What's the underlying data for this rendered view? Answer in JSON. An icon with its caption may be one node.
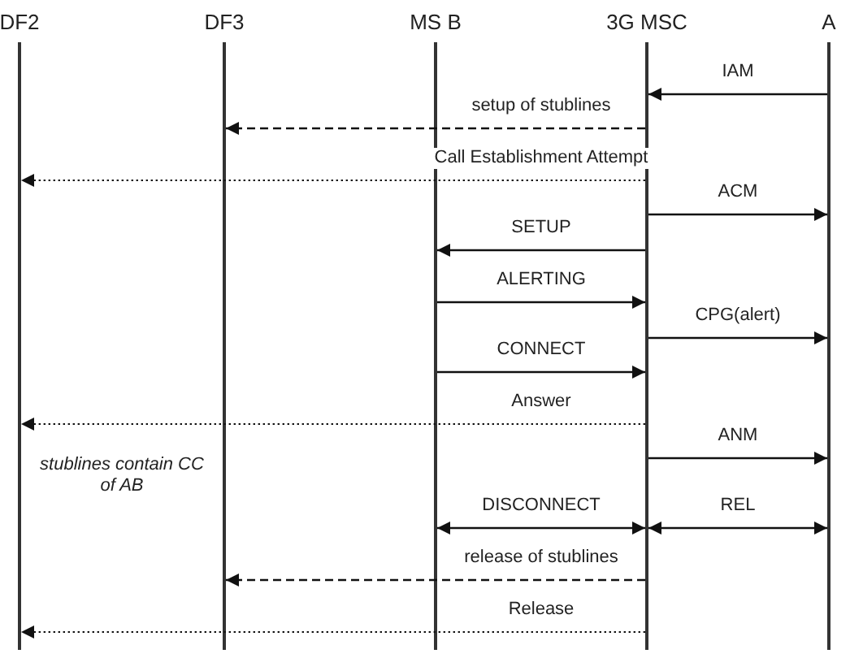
{
  "diagram": {
    "nodes": [
      {
        "text": [
          "DF2"
        ]
      },
      {
        "text": [
          "DF3"
        ]
      },
      {
        "text": [
          "MS B"
        ]
      },
      {
        "text": [
          "3G MSC"
        ]
      },
      {
        "text": [
          "A"
        ]
      }
    ],
    "edges": [
      {
        "from": 4,
        "to": 3,
        "arrow": "to",
        "label": "IAM"
      },
      {
        "from": 3,
        "to": 1,
        "arrow": "to",
        "label": "setup of stublines",
        "style": "dashed"
      },
      {
        "from": 3,
        "to": 0,
        "arrow": "to",
        "label": "Call Establishment Attempt",
        "style": "dashed"
      },
      {
        "from": 3,
        "to": 4,
        "arrow": "to",
        "label": "ACM"
      },
      {
        "from": 3,
        "to": 2,
        "arrow": "to",
        "label": "SETUP"
      },
      {
        "from": 2,
        "to": 3,
        "arrow": "to",
        "label": "ALERTING"
      },
      {
        "from": 3,
        "to": 4,
        "arrow": "to",
        "label": "CPG(alert)"
      },
      {
        "from": 2,
        "to": 3,
        "arrow": "to",
        "label": "CONNECT"
      },
      {
        "from": 3,
        "to": 0,
        "arrow": "to",
        "label": "Answer",
        "style": "dashed"
      },
      {
        "from": 3,
        "to": 4,
        "arrow": "to",
        "label": "ANM"
      },
      {
        "from": 2,
        "to": 3,
        "arrow": "both",
        "label": "DISCONNECT"
      },
      {
        "from": 3,
        "to": 4,
        "arrow": "both",
        "label": "REL"
      },
      {
        "from": 3,
        "to": 1,
        "arrow": "to",
        "label": "release of stublines",
        "style": "dashed"
      },
      {
        "from": 3,
        "to": 0,
        "arrow": "to",
        "label": "Release",
        "style": "dashed"
      }
    ],
    "labels": [
      "stublines contain CC of AB"
    ]
  }
}
